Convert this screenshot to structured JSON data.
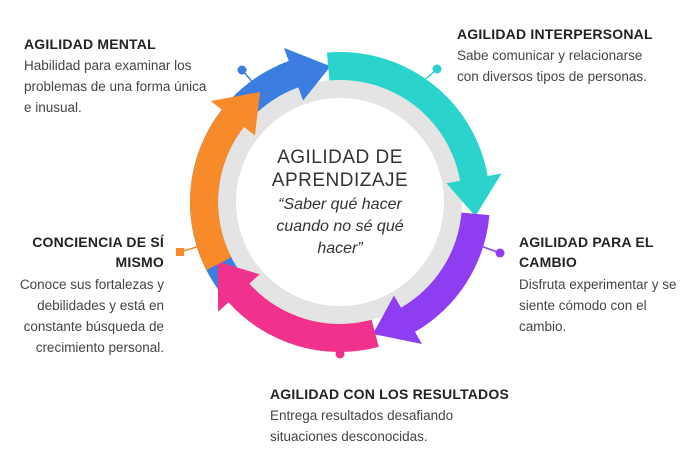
{
  "center": {
    "title_line1": "AGILIDAD DE",
    "title_line2": "APRENDIZAJE",
    "quote_line1": "“Saber qué hacer",
    "quote_line2": "cuando no sé qué",
    "quote_line3": "hacer”"
  },
  "segments": [
    {
      "id": "mental",
      "color": "#3b7de0",
      "title": [
        "AGILIDAD MENTAL"
      ],
      "desc": [
        "Habilidad para examinar los",
        "problemas de una forma única",
        "e inusual."
      ]
    },
    {
      "id": "interpersonal",
      "color": "#2ad4cc",
      "title": [
        "AGILIDAD INTERPERSONAL"
      ],
      "desc": [
        "Sabe comunicar y relacionarse",
        "con diversos tipos de personas."
      ]
    },
    {
      "id": "cambio",
      "color": "#8e3df0",
      "title": [
        "AGILIDAD PARA EL",
        "CAMBIO"
      ],
      "desc": [
        "Disfruta experimentar y se",
        "siente cómodo con el",
        "cambio."
      ]
    },
    {
      "id": "resultados",
      "color": "#f0328c",
      "title": [
        "AGILIDAD CON LOS RESULTADOS"
      ],
      "desc": [
        "Entrega resultados desafiando",
        "situaciones desconocidas."
      ]
    },
    {
      "id": "conciencia",
      "color": "#f78b2a",
      "title": [
        "CONCIENCIA DE SÍ",
        "MISMO"
      ],
      "desc": [
        "Conoce sus fortalezas y",
        "debilidades y está en",
        "constante búsqueda de",
        "crecimiento personal."
      ]
    }
  ]
}
